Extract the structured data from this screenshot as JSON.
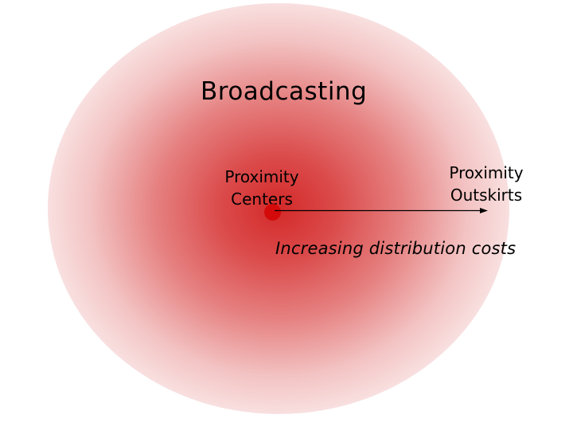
{
  "slide": {
    "title": "Broadcasting",
    "center_label": {
      "line1": "Proximity",
      "line2": "Centers"
    },
    "outskirts_label": {
      "line1": "Proximity",
      "line2": "Outskirts"
    },
    "arrow_caption": "Increasing distribution costs"
  },
  "colors": {
    "glow_center": "#d21e1e",
    "dot": "#d40a0a",
    "background": "#ffffff",
    "text": "#000000"
  },
  "icons": {
    "center_marker": "red-dot",
    "direction": "arrow-right"
  }
}
